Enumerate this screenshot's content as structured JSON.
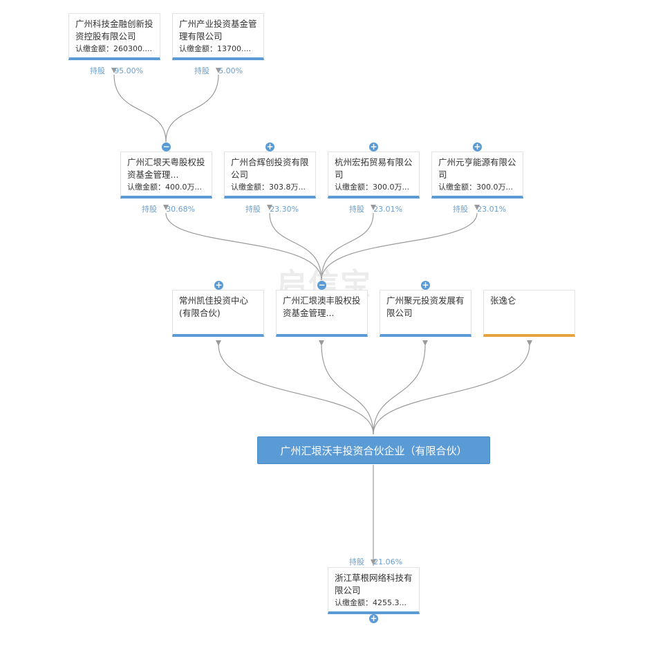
{
  "watermark": "启信宝",
  "top_shareholders": [
    {
      "name": "广州科技金融创新投资控股有限公司",
      "amount": "认缴金额：260300....",
      "share_label": "持股",
      "share": "95.00%"
    },
    {
      "name": "广州产业投资基金管理有限公司",
      "amount": "认缴金额：13700....",
      "share_label": "持股",
      "share": "5.00%"
    }
  ],
  "second_level": [
    {
      "name": "广州汇垠天粤股权投资基金管理...",
      "amount": "认缴金额：400.0万...",
      "share_label": "持股",
      "share": "30.68%",
      "toggle": "−"
    },
    {
      "name": "广州合辉创投资有限公司",
      "amount": "认缴金额：303.8万...",
      "share_label": "持股",
      "share": "23.30%",
      "toggle": "+"
    },
    {
      "name": "杭州宏拓贸易有限公司",
      "amount": "认缴金额：300.0万...",
      "share_label": "持股",
      "share": "23.01%",
      "toggle": "+"
    },
    {
      "name": "广州元亨能源有限公司",
      "amount": "认缴金额：300.0万...",
      "share_label": "持股",
      "share": "23.01%",
      "toggle": "+"
    }
  ],
  "third_level": [
    {
      "name": "常州凯佳投资中心(有限合伙)",
      "toggle": "+"
    },
    {
      "name": "广州汇垠澳丰股权投资基金管理...",
      "toggle": "−"
    },
    {
      "name": "广州聚元投资发展有限公司",
      "toggle": "+"
    },
    {
      "name": "张逸仑",
      "toggle": ""
    }
  ],
  "center": {
    "name": "广州汇垠沃丰投资合伙企业（有限合伙）"
  },
  "bottom": {
    "name": "浙江草根网络科技有限公司",
    "amount": "认缴金额：4255.3...",
    "share_label": "持股",
    "share": "21.06%",
    "toggle": "+"
  },
  "colors": {
    "node_border": "#5b9bd5",
    "person_border": "#e6a23c",
    "share_text": "#6a9fd0",
    "center_bg": "#5b9bd5"
  }
}
